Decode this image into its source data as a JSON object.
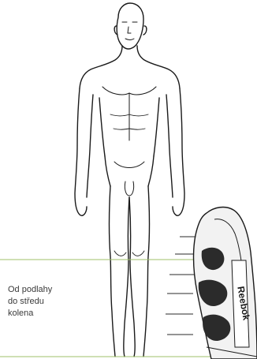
{
  "caption": {
    "line1": "Od podlahy",
    "line2": "do středu",
    "line3": "kolena"
  },
  "brand": "Reebok",
  "colors": {
    "guide_line": "#9fc06a",
    "ink": "#1a1a1a",
    "shin_guard_dark": "#2b2b2b"
  },
  "icons": [
    "human-figure-outline",
    "shin-guard"
  ]
}
